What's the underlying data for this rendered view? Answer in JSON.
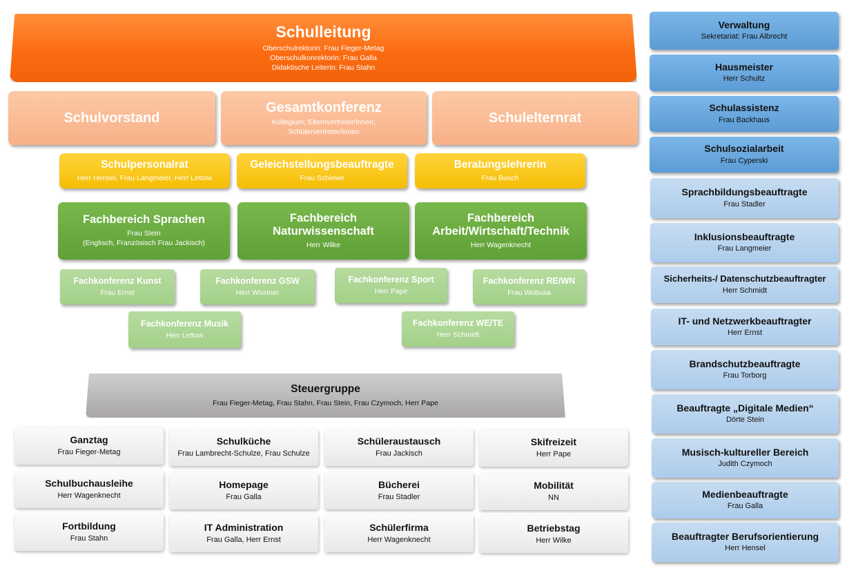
{
  "schulleitung": {
    "title": "Schulleitung",
    "lines": [
      "Oberschulrektorin: Frau Fieger-Metag",
      "Oberschulkonrektorin: Frau Galla",
      "Didaktische Leiterin: Frau Stahn"
    ]
  },
  "gremien": [
    {
      "title": "Schulvorstand"
    },
    {
      "title": "Gesamtkonferenz",
      "lines": [
        "Kollegium; Elternvertreter/innen;",
        "Schülervertreter/innen"
      ]
    },
    {
      "title": "Schulelternrat"
    }
  ],
  "beratung": [
    {
      "title": "Schulpersonalrat",
      "sub": "Herr Hensel, Frau Langmeier, Herr Lettow"
    },
    {
      "title": "Geleichstellungsbeauftragte",
      "sub": "Frau Schiewe"
    },
    {
      "title": "Beratungslehrerin",
      "sub": "Frau Busch"
    }
  ],
  "fachbereiche": [
    {
      "title": [
        "Fachbereich Sprachen"
      ],
      "sub": [
        "Frau Stein",
        "(Englisch, Französisch Frau Jackisch)"
      ]
    },
    {
      "title": [
        "Fachbereich",
        "Naturwissenschaft"
      ],
      "sub": [
        "Herr Wilke"
      ]
    },
    {
      "title": [
        "Fachbereich",
        "Arbeit/Wirtschaft/Technik"
      ],
      "sub": [
        "Herr Wagenknecht"
      ]
    }
  ],
  "fachkonferenzen": [
    {
      "title": "Fachkonferenz Kunst",
      "sub": "Frau Ernst"
    },
    {
      "title": "Fachkonferenz GSW",
      "sub": "Herr Wüstner"
    },
    {
      "title": "Fachkonferenz Sport",
      "sub": "Herr Pape"
    },
    {
      "title": "Fachkonferenz RE/WN",
      "sub": "Frau Wobusa"
    },
    {
      "title": "Fachkonferenz Musik",
      "sub": "Herr Lettow"
    },
    {
      "title": "Fachkonferenz WE/TE",
      "sub": "Herr Schmidt"
    }
  ],
  "steuergruppe": {
    "title": "Steuergruppe",
    "sub": "Frau Fieger-Metag, Frau Stahn, Frau Stein, Frau Czymoch, Herr Pape"
  },
  "bereiche": [
    {
      "title": "Ganztag",
      "sub": "Frau Fieger-Metag"
    },
    {
      "title": "Schulküche",
      "sub": "Frau Lambrecht-Schulze, Frau Schulze"
    },
    {
      "title": "Schüleraustausch",
      "sub": "Frau Jackisch"
    },
    {
      "title": "Skifreizeit",
      "sub": "Herr Pape"
    },
    {
      "title": "Schulbuchausleihe",
      "sub": "Herr Wagenknecht"
    },
    {
      "title": "Homepage",
      "sub": "Frau Galla"
    },
    {
      "title": "Bücherei",
      "sub": "Frau Stadler"
    },
    {
      "title": "Mobilität",
      "sub": "NN"
    },
    {
      "title": "Fortbildung",
      "sub": "Frau Stahn"
    },
    {
      "title": "IT Administration",
      "sub": "Frau Galla, Herr Ernst"
    },
    {
      "title": "Schülerfirma",
      "sub": "Herr Wagenknecht"
    },
    {
      "title": "Betriebstag",
      "sub": "Herr Wilke"
    }
  ],
  "verwaltung": [
    {
      "title": "Verwaltung",
      "sub": "Sekretariat: Frau Albrecht"
    },
    {
      "title": "Hausmeister",
      "sub": "Herr Schultz"
    },
    {
      "title": "Schulassistenz",
      "sub": "Frau Backhaus"
    },
    {
      "title": "Schulsozialarbeit",
      "sub": "Frau Cyperski"
    }
  ],
  "beauftragte": [
    {
      "title": "Sprachbildungsbeauftragte",
      "sub": "Frau Stadler"
    },
    {
      "title": "Inklusionsbeauftragte",
      "sub": "Frau Langmeier"
    },
    {
      "title": "Sicherheits-/ Datenschutzbeauftragter",
      "sub": "Herr Schmidt"
    },
    {
      "title": "IT- und Netzwerkbeauftragter",
      "sub": "Herr Ernst"
    },
    {
      "title": "Brandschutzbeauftragte",
      "sub": "Frau Torborg"
    },
    {
      "title": "Beauftragte „Digitale Medien“",
      "sub": "Dörte Stein"
    },
    {
      "title": "Musisch-kultureller Bereich",
      "sub": "Judith Czymoch"
    },
    {
      "title": "Medienbeauftragte",
      "sub": "Frau Galla"
    },
    {
      "title": "Beauftragter Berufsorientierung",
      "sub": "Herr Hensel"
    }
  ]
}
